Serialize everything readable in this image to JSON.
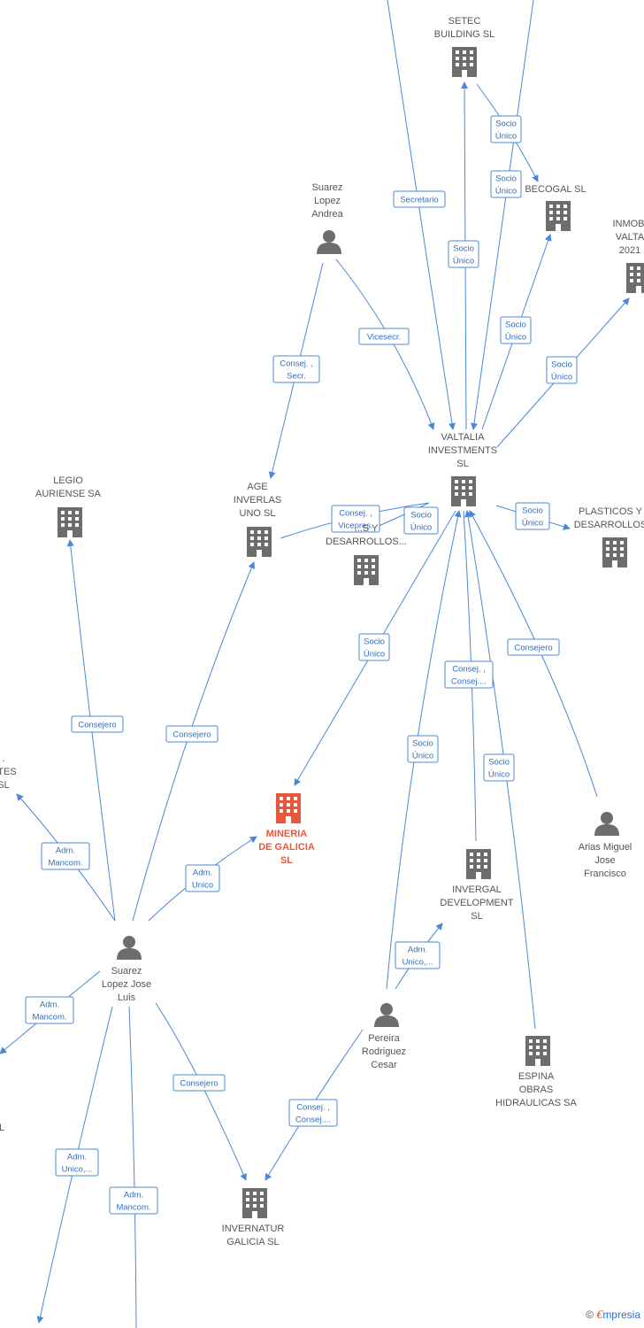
{
  "colors": {
    "edge": "#4a88d6",
    "edge_text": "#2f6fc2",
    "node_gray": "#6d6d6d",
    "node_main": "#e8583c"
  },
  "nodes": [
    {
      "id": "setec",
      "type": "company",
      "label": [
        "SETEC",
        "BUILDING SL"
      ]
    },
    {
      "id": "becogal",
      "type": "company",
      "label": [
        "BECOGAL SL"
      ]
    },
    {
      "id": "inmobi",
      "type": "company",
      "label": [
        "INMOBI",
        "VALTA",
        "2021"
      ]
    },
    {
      "id": "suarez_andrea",
      "type": "person",
      "label": [
        "Suarez",
        "Lopez",
        "Andrea"
      ]
    },
    {
      "id": "valtalia",
      "type": "company",
      "label": [
        "VALTALIA",
        "INVESTMENTS",
        "SL"
      ]
    },
    {
      "id": "legio",
      "type": "company",
      "label": [
        "LEGIO",
        "AURIENSE SA"
      ]
    },
    {
      "id": "age",
      "type": "company",
      "label": [
        "AGE",
        "INVERLAS",
        "UNO SL"
      ]
    },
    {
      "id": "plasticos_mid",
      "type": "company",
      "label": [
        "...S Y",
        "DESARROLLOS..."
      ]
    },
    {
      "id": "plasticos_right",
      "type": "company",
      "label": [
        "PLASTICOS Y",
        "DESARROLLOS"
      ]
    },
    {
      "id": "ntes",
      "type": "company",
      "label": [
        ".",
        "NTES",
        "SL"
      ]
    },
    {
      "id": "mineria",
      "type": "company",
      "main": true,
      "label": [
        "MINERIA",
        "DE GALICIA",
        "SL"
      ]
    },
    {
      "id": "arias",
      "type": "person",
      "label": [
        "Arias Miguel",
        "Jose",
        "Francisco"
      ]
    },
    {
      "id": "invergal",
      "type": "company",
      "label": [
        "INVERGAL",
        "DEVELOPMENT",
        "SL"
      ]
    },
    {
      "id": "suarez_luis",
      "type": "person",
      "label": [
        "Suarez",
        "Lopez Jose",
        "Luis"
      ]
    },
    {
      "id": "pereira",
      "type": "person",
      "label": [
        "Pereira",
        "Rodriguez",
        "Cesar"
      ]
    },
    {
      "id": "espina",
      "type": "company",
      "label": [
        "ESPINA",
        "OBRAS",
        "HIDRAULICAS SA"
      ]
    },
    {
      "id": "invernatur",
      "type": "company",
      "label": [
        "INVERNATUR",
        "GALICIA  SL"
      ]
    },
    {
      "id": "left_l",
      "type": "company",
      "label": [
        "L"
      ]
    }
  ],
  "edges": [
    {
      "id": "e1",
      "label": [
        "Secretario"
      ]
    },
    {
      "id": "e2",
      "label": [
        "Socio",
        "Único"
      ]
    },
    {
      "id": "e3",
      "label": [
        "Socio",
        "Único"
      ]
    },
    {
      "id": "e4",
      "label": [
        "Socio",
        "Único"
      ]
    },
    {
      "id": "e5",
      "label": [
        "Socio",
        "Único"
      ]
    },
    {
      "id": "e6",
      "label": [
        "Socio",
        "Único"
      ]
    },
    {
      "id": "e7",
      "label": [
        "Vicesecr."
      ]
    },
    {
      "id": "e8",
      "label": [
        "Consej. ,",
        "Secr."
      ]
    },
    {
      "id": "e9",
      "label": [
        "Consej. ,",
        "Vicepres."
      ]
    },
    {
      "id": "e10",
      "label": [
        "Socio",
        "Único"
      ]
    },
    {
      "id": "e11",
      "label": [
        "Socio",
        "Único"
      ]
    },
    {
      "id": "e12",
      "label": [
        "Socio",
        "Único"
      ]
    },
    {
      "id": "e13",
      "label": [
        "Consejero"
      ]
    },
    {
      "id": "e14",
      "label": [
        "Consej. ,",
        "Consej...."
      ]
    },
    {
      "id": "e15",
      "label": [
        "Socio",
        "Único"
      ]
    },
    {
      "id": "e16",
      "label": [
        "Socio",
        "Único"
      ]
    },
    {
      "id": "e17",
      "label": [
        "Consejero"
      ]
    },
    {
      "id": "e18",
      "label": [
        "Consejero"
      ]
    },
    {
      "id": "e19",
      "label": [
        "Adm.",
        "Mancom."
      ]
    },
    {
      "id": "e20",
      "label": [
        "Adm.",
        "Unico"
      ]
    },
    {
      "id": "e21",
      "label": [
        "Adm.",
        "Mancom."
      ]
    },
    {
      "id": "e22",
      "label": [
        "Consejero"
      ]
    },
    {
      "id": "e23",
      "label": [
        "Adm.",
        "Unico,..."
      ]
    },
    {
      "id": "e24",
      "label": [
        "Adm.",
        "Mancom."
      ]
    },
    {
      "id": "e25",
      "label": [
        "Adm.",
        "Unico,..."
      ]
    },
    {
      "id": "e26",
      "label": [
        "Consej. ,",
        "Consej...."
      ]
    }
  ],
  "watermark": {
    "copyright": "©",
    "brand_initial": "€",
    "brand_rest": "mpresia"
  }
}
